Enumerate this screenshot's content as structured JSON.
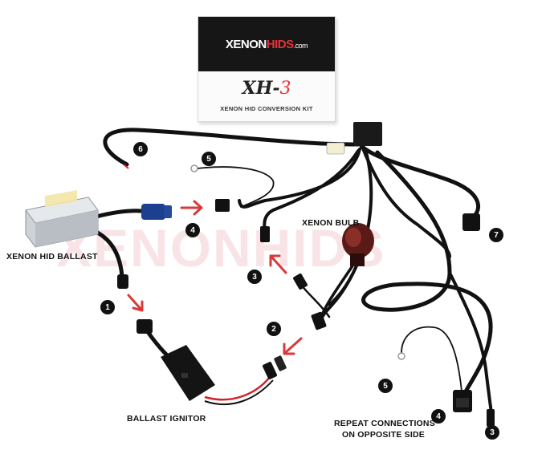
{
  "box": {
    "brand_x": "X",
    "brand_enon": "ENON",
    "brand_hids": "HIDS",
    "brand_domain": ".com",
    "model_letters": "XH-",
    "model_number": "3",
    "subtitle": "XENON HID CONVERSION KIT"
  },
  "watermark": "XENONHIDS",
  "labels": {
    "ballast": "XENON HID BALLAST",
    "bulb": "XENON BULB",
    "ignitor": "BALLAST IGNITOR",
    "repeat_line1": "REPEAT CONNECTIONS",
    "repeat_line2": "ON OPPOSITE SIDE"
  },
  "badges": [
    "1",
    "2",
    "3",
    "3",
    "4",
    "4",
    "5",
    "5",
    "6",
    "7"
  ],
  "colors": {
    "brand_red": "#e8323a",
    "arrow_red": "#d83a3a",
    "wire": "#111111",
    "red_wire": "#d3202a",
    "connector_blue": "#1c3f8f"
  }
}
